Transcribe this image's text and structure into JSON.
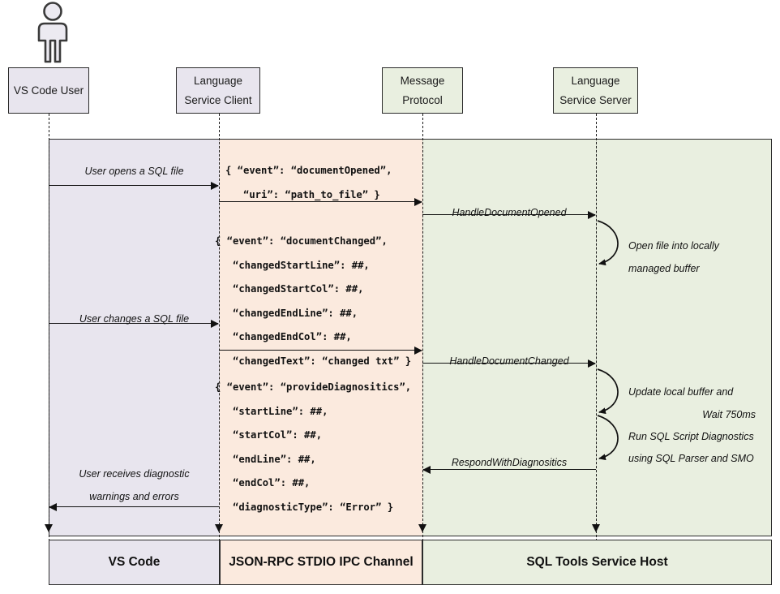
{
  "diagram": {
    "title": "SQL Tools Service language protocol sequence",
    "colors": {
      "vscode_band": "#e8e5ee",
      "ipc_band": "#fbeade",
      "host_band": "#e9efe0",
      "stroke": "#2b2b2b",
      "text": "#111111"
    }
  },
  "actor": {
    "name": "vs-code-user-actor"
  },
  "participants": [
    {
      "id": "user",
      "label_line1": "VS Code User",
      "label_line2": ""
    },
    {
      "id": "client",
      "label_line1": "Language",
      "label_line2": "Service Client"
    },
    {
      "id": "protocol",
      "label_line1": "Message",
      "label_line2": "Protocol"
    },
    {
      "id": "server",
      "label_line1": "Language",
      "label_line2": "Service Server"
    }
  ],
  "lanes": [
    {
      "id": "vscode",
      "footer": "VS Code"
    },
    {
      "id": "ipc",
      "footer": "JSON-RPC STDIO IPC Channel"
    },
    {
      "id": "host",
      "footer": "SQL Tools Service Host"
    }
  ],
  "messages": [
    {
      "id": "m1",
      "label": "User opens a SQL file",
      "from": "user",
      "to": "client",
      "direction": "right"
    },
    {
      "id": "m2",
      "label": "",
      "from": "client",
      "to": "protocol",
      "direction": "right"
    },
    {
      "id": "m3",
      "label": "HandleDocumentOpened",
      "from": "protocol",
      "to": "server",
      "direction": "right"
    },
    {
      "id": "m4",
      "label": "User changes a SQL file",
      "from": "user",
      "to": "client",
      "direction": "right"
    },
    {
      "id": "m5",
      "label": "",
      "from": "client",
      "to": "protocol",
      "direction": "right"
    },
    {
      "id": "m6",
      "label": "HandleDocumentChanged",
      "from": "protocol",
      "to": "server",
      "direction": "right"
    },
    {
      "id": "m7",
      "label": "RespondWithDiagnositics",
      "from": "server",
      "to": "protocol",
      "direction": "left"
    },
    {
      "id": "m8",
      "label_line1": "User receives diagnostic",
      "label_line2": "warnings and errors",
      "from": "client",
      "to": "user",
      "direction": "left"
    }
  ],
  "json_payloads": [
    {
      "id": "p1",
      "lines": [
        "{ “event”: “documentOpened”,",
        "   “uri”: “path_to_file” }"
      ]
    },
    {
      "id": "p2",
      "lines": [
        "{ “event”: “documentChanged”,",
        "   “changedStartLine”: ##,",
        "   “changedStartCol”: ##,",
        "   “changedEndLine”: ##,",
        "   “changedEndCol”: ##,",
        "   “changedText”: “changed txt” }"
      ]
    },
    {
      "id": "p3",
      "lines": [
        "{ “event”: “provideDiagnositics”,",
        "   “startLine”: ##,",
        "   “startCol”: ##,",
        "   “endLine”: ##,",
        "   “endCol”: ##,",
        "   “diagnosticType”: “Error” }"
      ]
    }
  ],
  "self_actions": [
    {
      "id": "s1",
      "line1": "Open file into locally",
      "line2": "managed buffer"
    },
    {
      "id": "s2",
      "line1": "Update local buffer and",
      "line2": "Wait 750ms"
    },
    {
      "id": "s3",
      "line1": "Run SQL Script Diagnostics",
      "line2": "using SQL Parser and SMO"
    }
  ]
}
